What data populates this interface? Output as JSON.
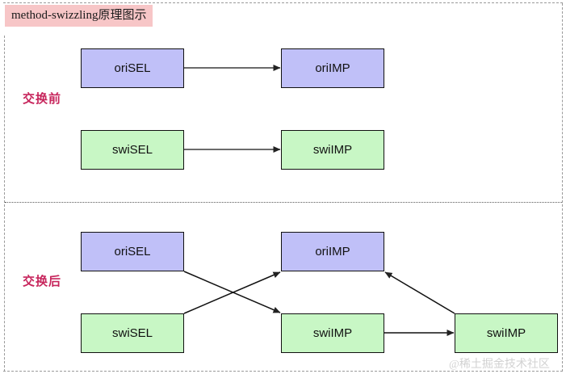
{
  "diagram": {
    "title": "method-swizzling原理图示",
    "title_bg": "#f7c6c7",
    "watermark": "@稀土掘金技术社区",
    "node_colors": {
      "sel_original": "#c0c0f8",
      "imp_original": "#c0c0f8",
      "swizzled": "#c8f7c5"
    },
    "label_color": "#c7255c",
    "arrow_color": "#222222"
  },
  "sections": [
    {
      "name": "before",
      "label": "交换前",
      "nodes": [
        {
          "id": "before-ori-sel",
          "text": "oriSEL",
          "color": "purple"
        },
        {
          "id": "before-ori-imp",
          "text": "oriIMP",
          "color": "purple"
        },
        {
          "id": "before-swi-sel",
          "text": "swiSEL",
          "color": "green"
        },
        {
          "id": "before-swi-imp",
          "text": "swiIMP",
          "color": "green"
        }
      ],
      "edges": [
        {
          "from": "before-ori-sel",
          "to": "before-ori-imp"
        },
        {
          "from": "before-swi-sel",
          "to": "before-swi-imp"
        }
      ]
    },
    {
      "name": "after",
      "label": "交换后",
      "nodes": [
        {
          "id": "after-ori-sel",
          "text": "oriSEL",
          "color": "purple"
        },
        {
          "id": "after-ori-imp",
          "text": "oriIMP",
          "color": "purple"
        },
        {
          "id": "after-swi-sel",
          "text": "swiSEL",
          "color": "green"
        },
        {
          "id": "after-swi-imp",
          "text": "swiIMP",
          "color": "green"
        },
        {
          "id": "after-swi-imp2",
          "text": "swiIMP",
          "color": "green"
        }
      ],
      "edges": [
        {
          "from": "after-ori-sel",
          "to": "after-swi-imp"
        },
        {
          "from": "after-swi-sel",
          "to": "after-ori-imp"
        },
        {
          "from": "after-swi-imp",
          "to": "after-swi-imp2"
        },
        {
          "from": "after-swi-imp2",
          "to": "after-ori-imp"
        }
      ]
    }
  ]
}
